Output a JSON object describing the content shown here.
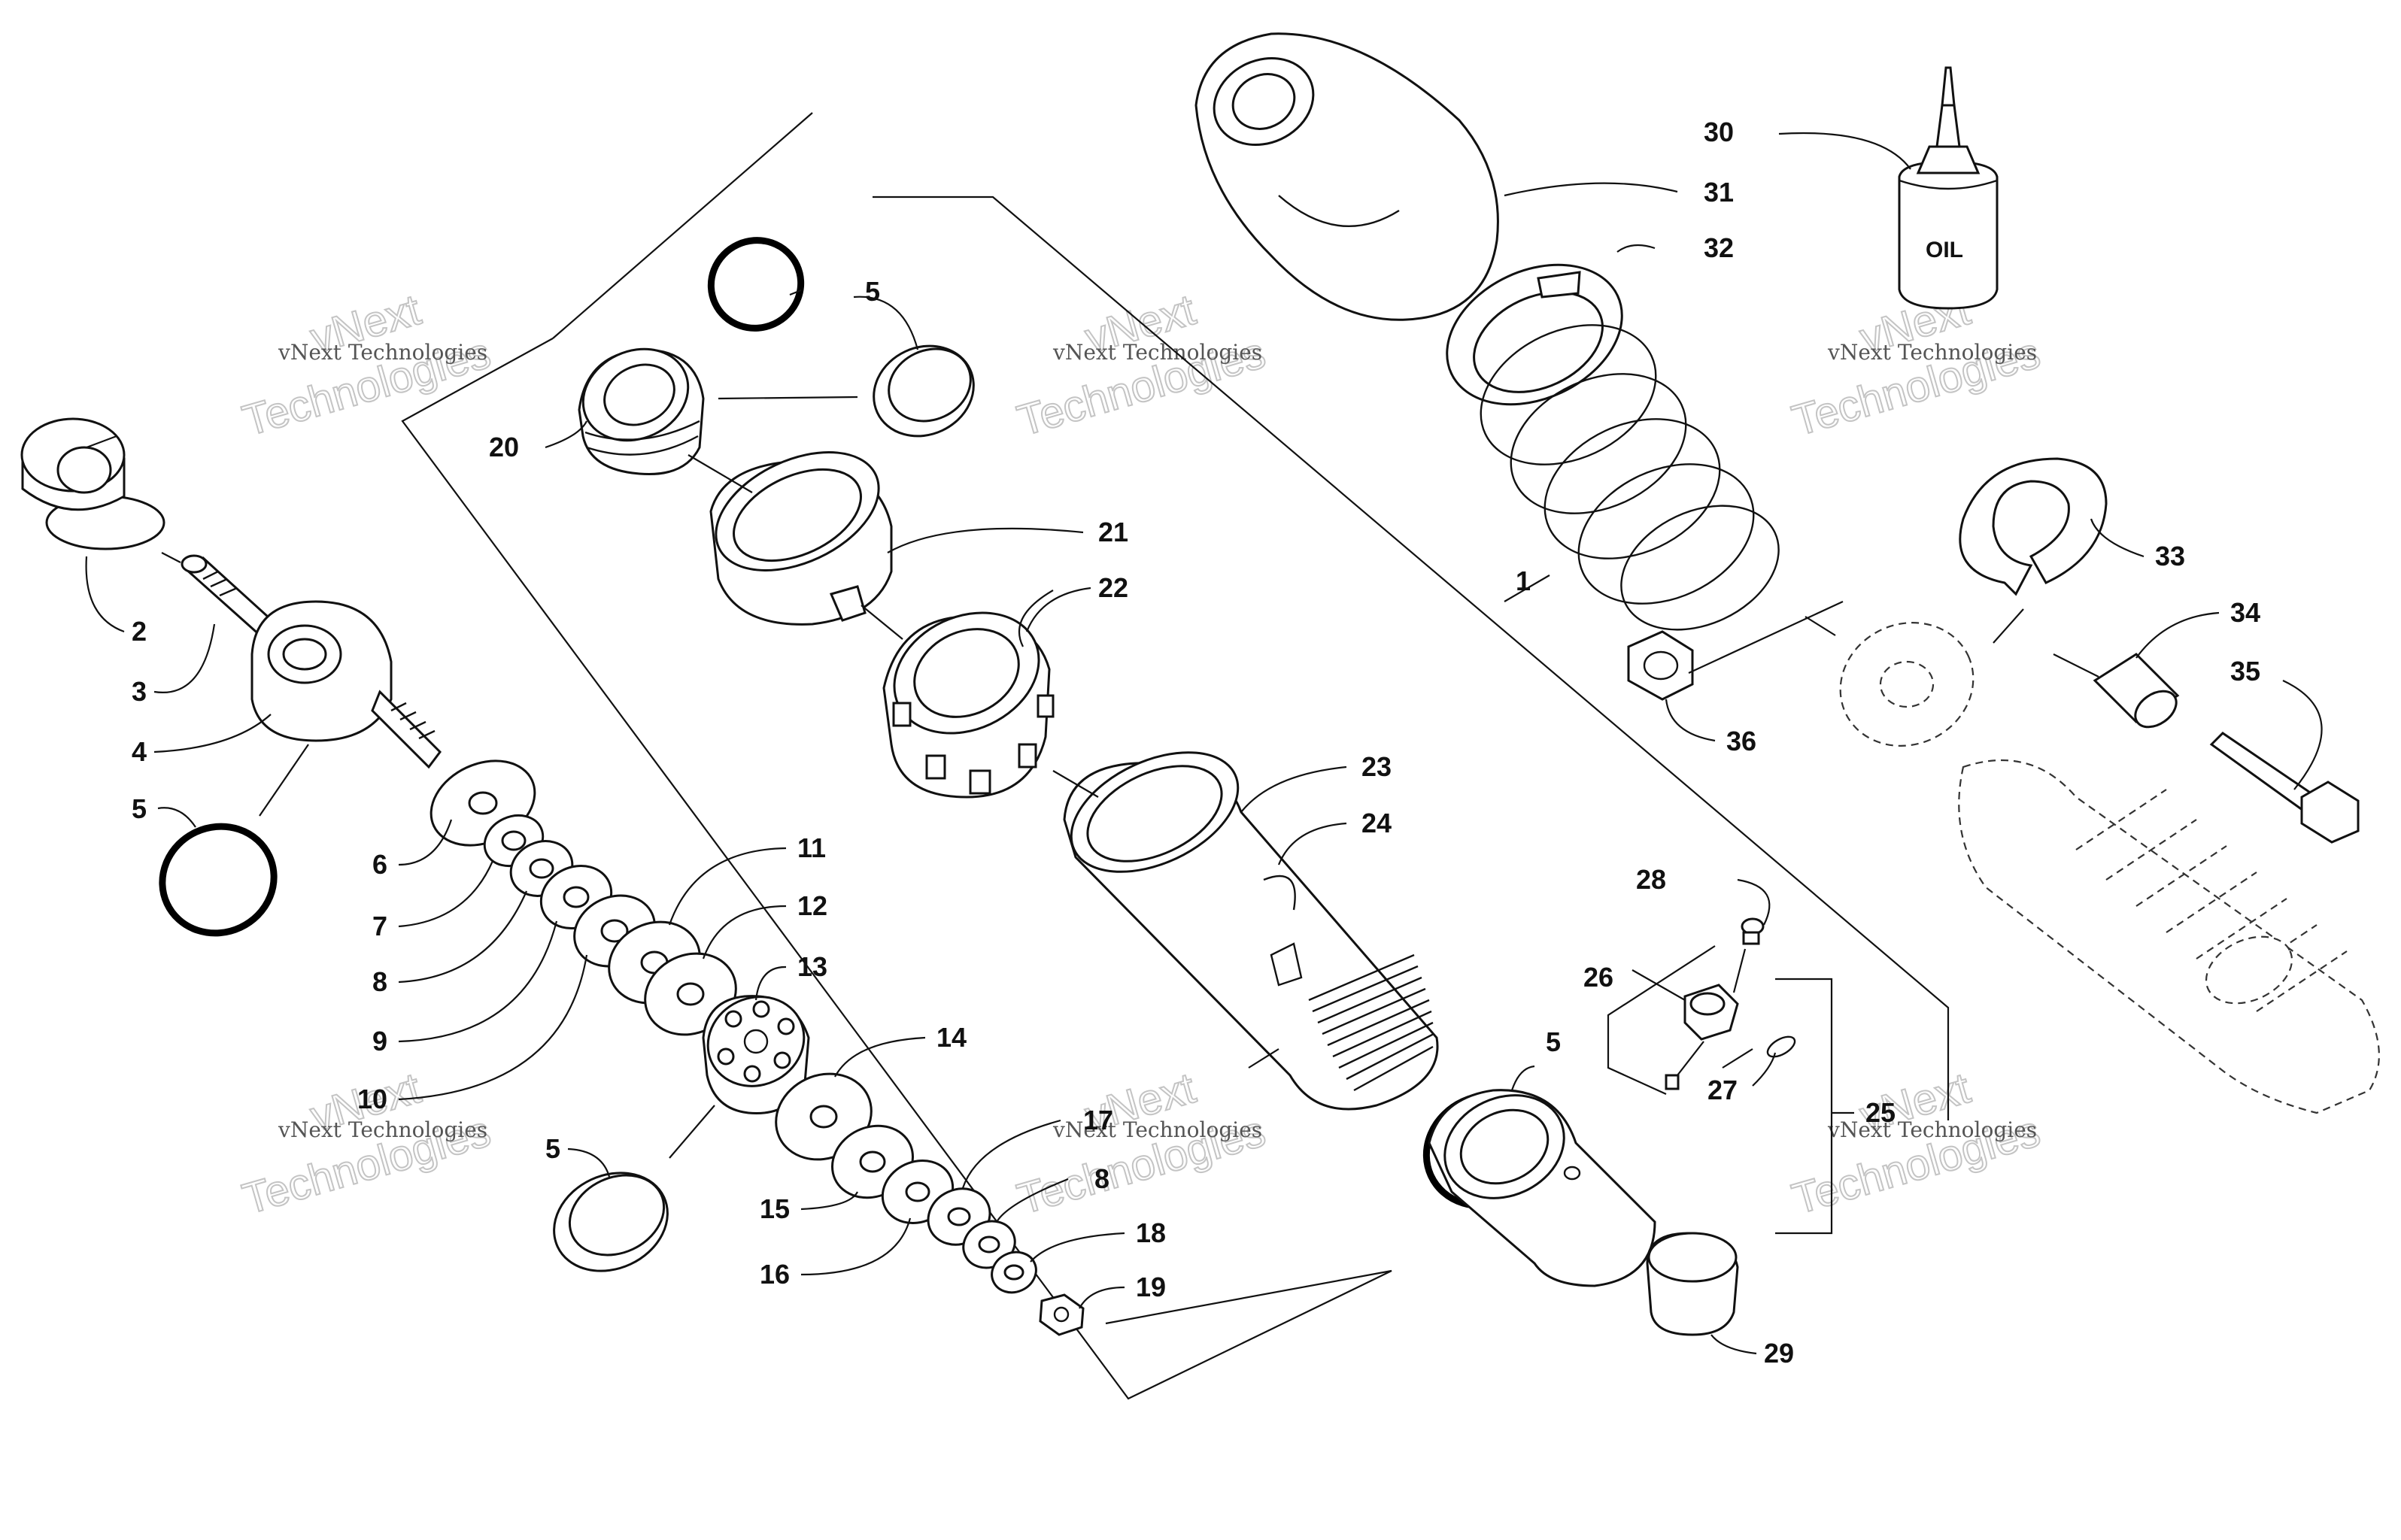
{
  "watermark": {
    "line1": "vNext Technologies",
    "line2": "vNext",
    "line3": "Technologies"
  },
  "bottle_label": "OIL",
  "callouts": [
    "1",
    "2",
    "3",
    "4",
    "5",
    "6",
    "7",
    "8",
    "9",
    "10",
    "11",
    "12",
    "13",
    "14",
    "15",
    "16",
    "17",
    "18",
    "19",
    "20",
    "21",
    "22",
    "23",
    "24",
    "25",
    "26",
    "27",
    "28",
    "29",
    "30",
    "31",
    "32",
    "33",
    "34",
    "35",
    "36"
  ]
}
